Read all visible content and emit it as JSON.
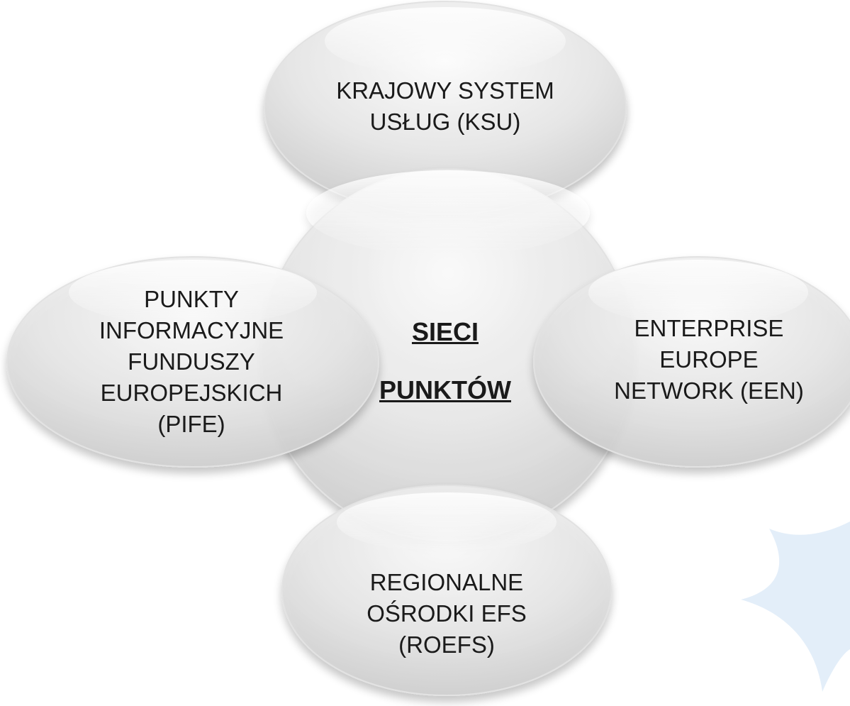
{
  "diagram": {
    "center": {
      "label": "SIECI\nPUNKTÓW"
    },
    "nodes": {
      "top": {
        "label": "KRAJOWY SYSTEM\nUSŁUG (KSU)"
      },
      "left": {
        "label": "PUNKTY\nINFORMACYJNE\nFUNDUSZY\nEUROPEJSKICH\n(PIFE)"
      },
      "right": {
        "label": "ENTERPRISE\nEUROPE\nNETWORK (EEN)"
      },
      "bottom": {
        "label": "REGIONALNE\nOŚRODKI EFS\n(ROEFS)"
      }
    }
  },
  "colors": {
    "bubble_light": "#f7f7f7",
    "bubble_dark": "#cfcfcf",
    "text": "#1a1a1a",
    "watermark": "#e3eef9"
  }
}
